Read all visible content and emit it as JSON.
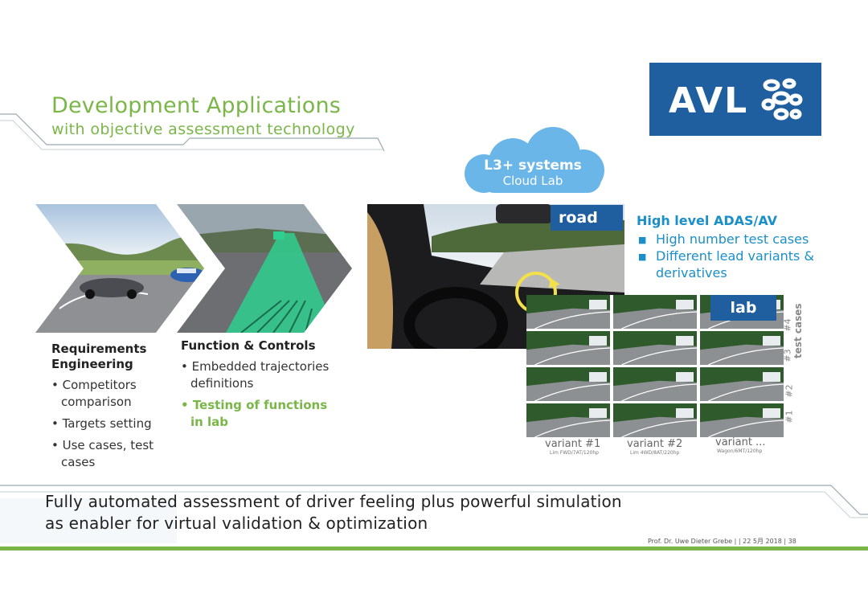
{
  "title": "Development Applications",
  "subtitle": "with objective assessment technology",
  "logo": {
    "text": "AVL"
  },
  "cloud": {
    "line1": "L3+ systems",
    "line2": "Cloud Lab"
  },
  "tags": {
    "road": "road",
    "lab": "lab"
  },
  "left_column": {
    "heading_line1": "Requirements",
    "heading_line2": "Engineering",
    "bullets": [
      {
        "line1": "Competitors",
        "line2": "comparison"
      },
      {
        "line1": "Targets setting",
        "line2": ""
      },
      {
        "line1": "Use cases, test",
        "line2": "cases"
      }
    ]
  },
  "middle_column": {
    "heading": "Function & Controls",
    "bullets": [
      {
        "line1": "Embedded trajectories",
        "line2": "definitions"
      },
      {
        "line1": "Testing of functions",
        "line2": "in lab"
      }
    ]
  },
  "adas": {
    "title": "High level ADAS/AV",
    "bullets": [
      {
        "line1": "High number test cases",
        "line2": ""
      },
      {
        "line1": "Different lead variants &",
        "line2": "derivatives"
      }
    ]
  },
  "variants": [
    {
      "label": "variant #1",
      "sub": "Lim FWD/7AT/120hp"
    },
    {
      "label": "variant #2",
      "sub": "Lim 4WD/8AT/220hp"
    },
    {
      "label": "variant ...",
      "sub": "Wagon/6MT/120hp"
    }
  ],
  "test_cases": {
    "label": "test cases",
    "rows": [
      "#4",
      "#3",
      "#2",
      "#1"
    ]
  },
  "bottom_statement": {
    "line1": "Fully automated assessment of driver feeling plus powerful simulation",
    "line2": "as enabler for virtual validation & optimization"
  },
  "footer": "Prof. Dr. Uwe Dieter Grebe |  | 22 5月 2018 | 38",
  "colors": {
    "green": "#7ab648",
    "blue": "#1f5f9f",
    "cyan": "#1a8fc9"
  }
}
